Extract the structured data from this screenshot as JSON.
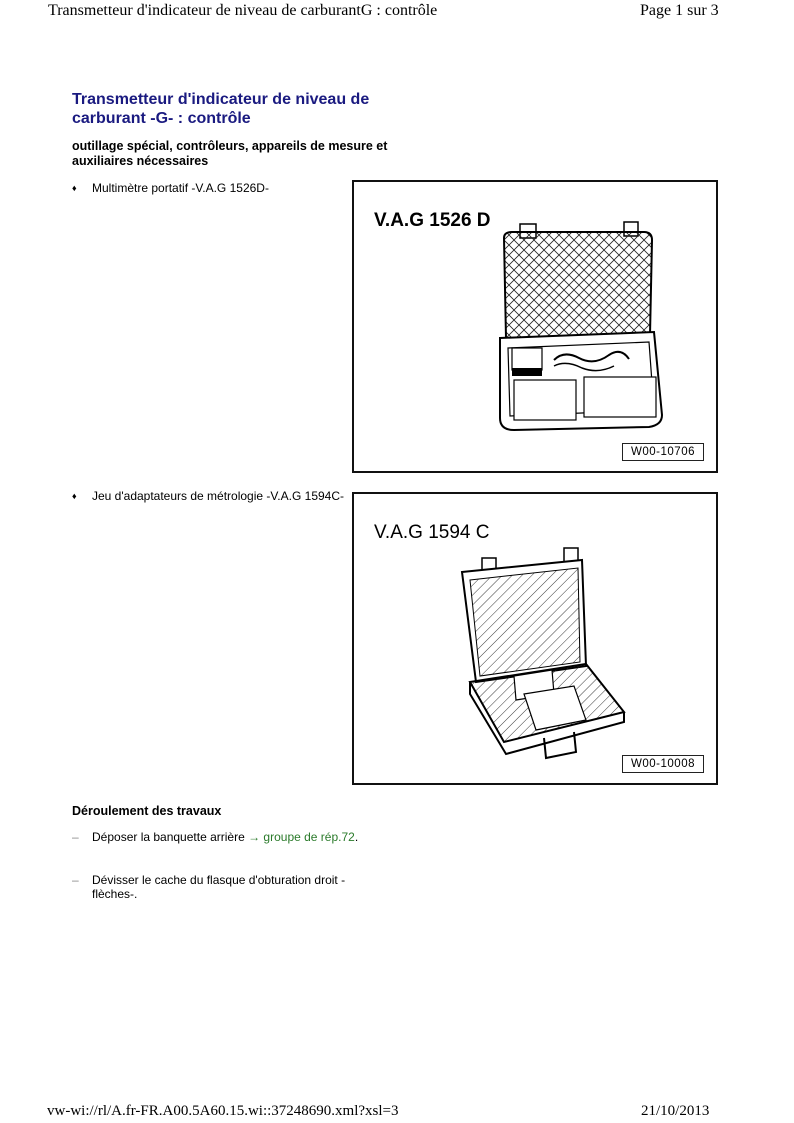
{
  "header": {
    "title": "Transmetteur d'indicateur de niveau de carburantG : contrôle",
    "page": "Page 1 sur 3"
  },
  "document": {
    "title": "Transmetteur d'indicateur de niveau de carburant -G- : contrôle",
    "subtitle": "outillage spécial, contrôleurs, appareils de mesure et auxiliaires nécessaires",
    "tools": [
      {
        "bullet": "♦",
        "label": "Multimètre portatif -V.A.G 1526D-",
        "figure_label": "V.A.G 1526 D",
        "figure_code": "W00-10706"
      },
      {
        "bullet": "♦",
        "label": "Jeu d'adaptateurs de métrologie -V.A.G 1594C-",
        "figure_label": "V.A.G 1594 C",
        "figure_code": "W00-10008"
      }
    ],
    "section_heading": "Déroulement des travaux",
    "steps": [
      {
        "dash": "–",
        "text": "Déposer la banquette arrière ",
        "link": "→ groupe de rép.72",
        "suffix": "."
      },
      {
        "dash": "–",
        "text": "Dévisser le cache du flasque d'obturation droit -flèches-."
      }
    ]
  },
  "footer": {
    "url": "vw-wi://rl/A.fr-FR.A00.5A60.15.wi::37248690.xml?xsl=3",
    "date": "21/10/2013"
  },
  "colors": {
    "title": "#1a1a80",
    "link": "#2a7a2a"
  }
}
